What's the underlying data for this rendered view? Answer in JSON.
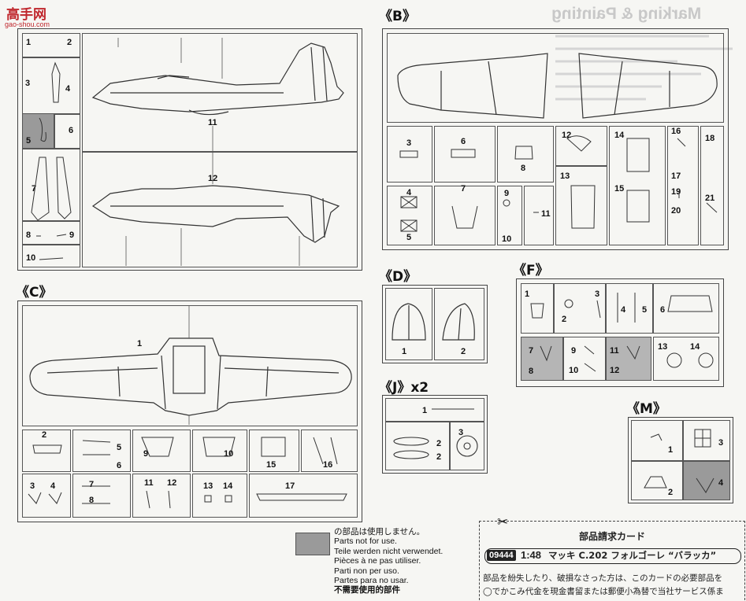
{
  "watermark": {
    "cn": "高手网",
    "url": "gao-shou.com"
  },
  "mirror_text": "Marking & Painting",
  "headers": {
    "A": "",
    "B": "《B》",
    "C": "《C》",
    "D": "《D》",
    "F": "《F》",
    "J": "《J》x2",
    "M": "《M》"
  },
  "sprue_a": {
    "nums": [
      "1",
      "2",
      "3",
      "4",
      "5",
      "6",
      "7",
      "8",
      "9",
      "10",
      "11",
      "12"
    ]
  },
  "sprue_b": {
    "nums": [
      "3",
      "6",
      "12",
      "14",
      "16",
      "18",
      "8",
      "4",
      "7",
      "9",
      "11",
      "13",
      "15",
      "17",
      "19",
      "20",
      "21",
      "5",
      "10"
    ]
  },
  "sprue_c": {
    "nums": [
      "1",
      "2",
      "5",
      "6",
      "9",
      "10",
      "15",
      "16",
      "3",
      "4",
      "7",
      "8",
      "11",
      "12",
      "13",
      "14",
      "17"
    ]
  },
  "sprue_d": {
    "nums": [
      "1",
      "2"
    ]
  },
  "sprue_f": {
    "nums": [
      "1",
      "2",
      "3",
      "4",
      "5",
      "6",
      "7",
      "8",
      "9",
      "10",
      "11",
      "12",
      "13",
      "14"
    ]
  },
  "sprue_j": {
    "nums": [
      "1",
      "2",
      "2",
      "3"
    ]
  },
  "sprue_m": {
    "nums": [
      "1",
      "2",
      "3",
      "4"
    ]
  },
  "legend": {
    "jp": "の部品は使用しません。",
    "en": "Parts not for use.",
    "de": "Teile werden nicht verwendet.",
    "fr": "Pièces à ne pas utiliser.",
    "it": "Parti non per uso.",
    "es": "Partes para no usar.",
    "zh": "不需要使用的部件"
  },
  "order_card": {
    "title": "部品請求カード",
    "code": "09444",
    "scale": "1:48",
    "product": "マッキ C.202 フォルゴーレ “バラッカ”",
    "line1": "部品を紛失したり、破損なさった方は、このカードの必要部品を",
    "line2": "◯でかこみ代金を現金書留または郵便小為替で当社サービス係ま"
  }
}
